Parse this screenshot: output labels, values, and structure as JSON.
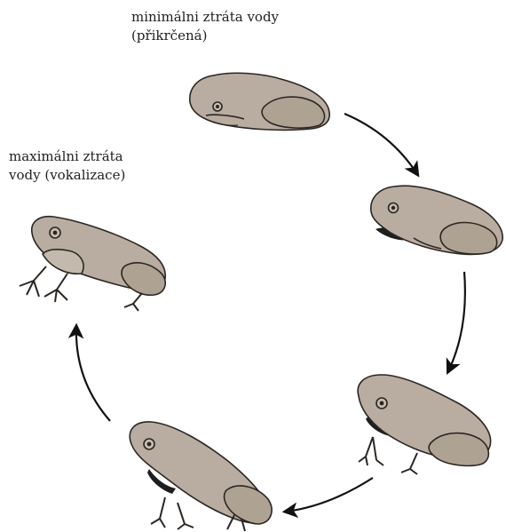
{
  "labels": {
    "top": {
      "line1": "minimálni ztráta vody",
      "line2": "(přikrčená)"
    },
    "left": {
      "line1": "maximálni ztráta",
      "line2": "vody (vokalizace)"
    }
  },
  "colors": {
    "frog_body": "#b8ada0",
    "frog_outline": "#2b2622",
    "shadow": "#1e1e1e",
    "arrow": "#111111"
  }
}
